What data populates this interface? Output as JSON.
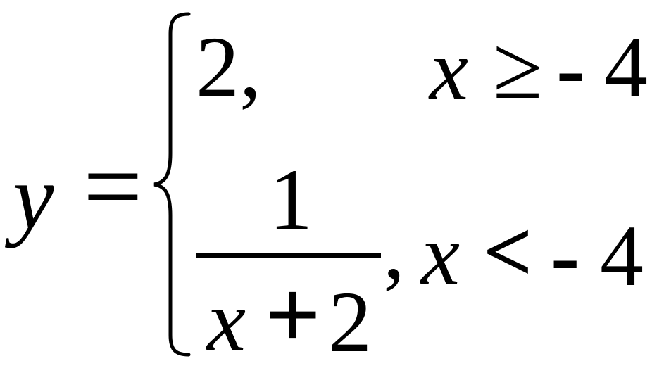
{
  "equation": {
    "lhs": "y",
    "equals": "=",
    "case1": {
      "value": "2,",
      "condition_var": "x",
      "condition_op": "≥",
      "condition_sign": "-",
      "condition_num": "4"
    },
    "case2": {
      "numerator": "1",
      "denominator_var": "x",
      "denominator_op": "+",
      "denominator_num": "2",
      "separator": ",",
      "condition_var": "x",
      "condition_op": "<",
      "condition_sign": "-",
      "condition_num": "4"
    }
  }
}
